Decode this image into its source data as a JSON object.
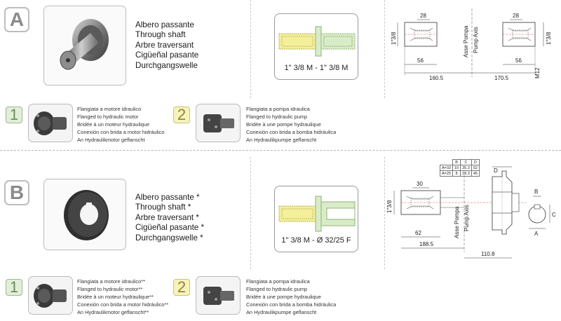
{
  "section_a": {
    "badge": "A",
    "shaft_names": [
      "Albero passante",
      "Through shaft",
      "Arbre traversant",
      "Cigüeñal pasante",
      "Durchgangswelle"
    ],
    "combo_label": "1\" 3/8 M - 1\" 3/8 M",
    "drawing": {
      "dim_28_left": "28",
      "dim_28_right": "28",
      "dim_56_left": "56",
      "dim_56_right": "56",
      "dim_160": "160.5",
      "dim_170": "170.5",
      "dia_left": "1\"3/8",
      "dia_right": "1\"3/8",
      "thread": "M12",
      "asse_pompa": "Asse Pompa",
      "pump_axis": "Pump Axis"
    },
    "option_1": {
      "number": "1",
      "lines": [
        "Flangiata a motore idraulico",
        "Flanged to hydraulic motor",
        "Bridée à un moteur hydraulique",
        "Conexión con brida a motor hidráulico",
        "An Hydraulikmotor geflanscht"
      ]
    },
    "option_2": {
      "number": "2",
      "lines": [
        "Flangiata a pompa idraulica",
        "Flanged to hydraulic pump",
        "Bridée à une pompe hydraulique",
        "Conexión con brida a bomba hidráulica",
        "An Hydraulikpumpe geflanscht"
      ]
    }
  },
  "section_b": {
    "badge": "B",
    "shaft_names": [
      "Albero passante *",
      "Through shaft *",
      "Arbre traversant *",
      "Cigüeñal pasante *",
      "Durchgangswelle *"
    ],
    "combo_label": "1\" 3/8 M  - Ø 32/25 F",
    "drawing": {
      "dim_30": "30",
      "dim_62": "62",
      "dim_188": "188.5",
      "dim_110": "110.8",
      "dia": "1\"3/8",
      "asse_pompa": "Asse Pompa",
      "pump_axis": "Pump Axis",
      "label_d": "D",
      "label_b": "B",
      "label_c": "C",
      "label_a": "A"
    },
    "table": {
      "headers": [
        "",
        "B",
        "C",
        "D"
      ],
      "rows": [
        [
          "A=32",
          "10",
          "35.3",
          "52"
        ],
        [
          "A=25",
          "8",
          "28.3",
          "45"
        ]
      ]
    },
    "option_1": {
      "number": "1",
      "lines": [
        "Flangiata a motore idraulico**",
        "Flanged to hydraulic motor**",
        "Bridée à un moteur hydraulique**",
        "Conexión con brida a motor hidráulico**",
        "An Hydraulikmotor geflanscht**"
      ]
    },
    "option_2": {
      "number": "2",
      "lines": [
        "Flangiata a pompa idraulica",
        "Flanged to hydraulic pump",
        "Bridée à une pompe hydraulique",
        "Conexión con brida a bomba hidráulica",
        "An Hydraulikpumpe geflanscht"
      ]
    }
  },
  "colors": {
    "badge_border": "#bdbdbd",
    "green_number_bg": "#e3eed9",
    "yellow_number_bg": "#f6f4b8",
    "shaft_yellow": "#f3ef9a",
    "shaft_green": "#d9ecc8"
  }
}
